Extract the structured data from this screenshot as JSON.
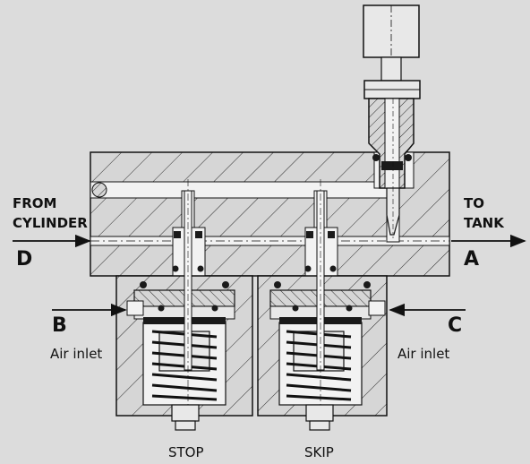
{
  "labels": {
    "from": "FROM",
    "cylinder": "CYLINDER",
    "d": "D",
    "to": "TO",
    "tank": "TANK",
    "a": "A",
    "b": "B",
    "c": "C",
    "air_inlet_left": "Air inlet",
    "air_inlet_right": "Air inlet",
    "stop": "STOP",
    "skip": "SKIP"
  },
  "colors": {
    "background": "#dcdcdc",
    "line": "#111111",
    "body_fill": "#d6d6d6",
    "bore_fill": "#f2f2f2",
    "seal_fill": "#1a1a1a",
    "hatch": "#2a2a2a"
  }
}
